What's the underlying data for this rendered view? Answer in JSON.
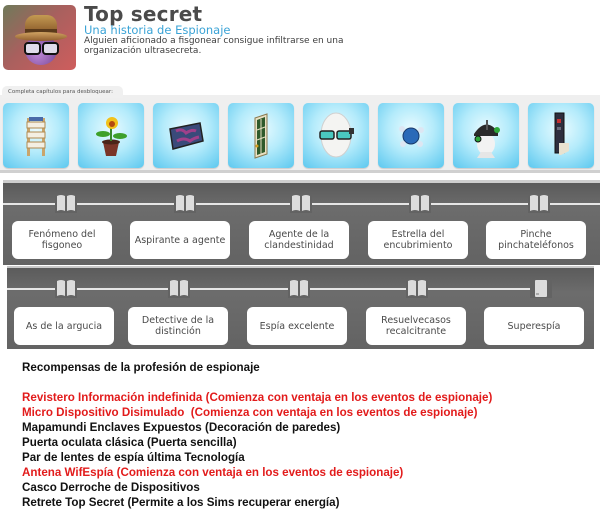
{
  "header": {
    "icon": "spy-hat-glasses-icon",
    "title": "Top secret",
    "subtitle": "Una historia de Espionaje",
    "description": "Alguien aficionado a fisgonear consigue infiltrarse en una organización ultrasecreta."
  },
  "unlock": {
    "label": "Completa capítulos para desbloquear:",
    "rewards": [
      {
        "icon": "magazine-rack-icon"
      },
      {
        "icon": "potted-flower-icon"
      },
      {
        "icon": "world-map-icon"
      },
      {
        "icon": "door-icon"
      },
      {
        "icon": "spy-glasses-mask-icon"
      },
      {
        "icon": "wifi-antenna-icon"
      },
      {
        "icon": "gadget-helmet-icon"
      },
      {
        "icon": "toilet-icon"
      }
    ]
  },
  "chapters_row1": [
    {
      "label": "Fenómeno del fisgoneo",
      "icon": "open-book-icon"
    },
    {
      "label": "Aspirante a agente",
      "icon": "open-book-icon"
    },
    {
      "label": "Agente de la clandestinidad",
      "icon": "open-book-icon"
    },
    {
      "label": "Estrella del encubrimiento",
      "icon": "open-book-icon"
    },
    {
      "label": "Pinche pinchateléfonos",
      "icon": "open-book-icon"
    }
  ],
  "chapters_row2": [
    {
      "label": "As de la argucia",
      "icon": "open-book-icon"
    },
    {
      "label": "Detective de la distinción",
      "icon": "open-book-icon"
    },
    {
      "label": "Espía excelente",
      "icon": "open-book-icon"
    },
    {
      "label": "Resuelvecasos recalcitrante",
      "icon": "open-book-icon"
    },
    {
      "label": "Superespía",
      "icon": "closed-book-icon"
    }
  ],
  "rewards_list": {
    "heading": "Recompensas de la profesión de espionaje",
    "items": [
      {
        "text": "Revistero Información indefinida (Comienza con ventaja en los eventos de espionaje)",
        "color": "#e21b1b"
      },
      {
        "text": "Micro Dispositivo Disimulado  (Comienza con ventaja en los eventos de espionaje)",
        "color": "#e21b1b"
      },
      {
        "text": "Mapamundi Enclaves Expuestos (Decoración de paredes)",
        "color": "#111111"
      },
      {
        "text": "Puerta oculata clásica (Puerta sencilla)",
        "color": "#111111"
      },
      {
        "text": "Par de lentes de espía última Tecnología",
        "color": "#111111"
      },
      {
        "text": "Antena WifEspía (Comienza con ventaja en los eventos de espionaje)",
        "color": "#e21b1b"
      },
      {
        "text": "Casco Derroche de Dispositivos",
        "color": "#111111"
      },
      {
        "text": "Retrete Top Secret (Permite a los Sims recuperar energía)",
        "color": "#111111"
      }
    ]
  }
}
